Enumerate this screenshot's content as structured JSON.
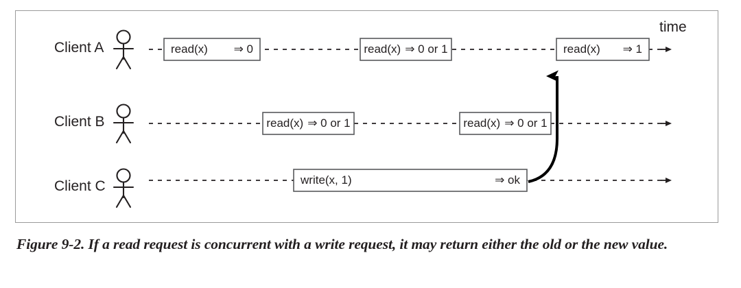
{
  "figure": {
    "caption": "Figure 9-2. If a read request is concurrent with a write request, it may return either the old or the new value.",
    "time_axis_label": "time"
  },
  "lanes": [
    {
      "id": "client-a",
      "label": "Client A",
      "operations": [
        {
          "call": "read(x)",
          "result": "⇒ 0",
          "spread": true
        },
        {
          "call": "read(x)",
          "result": "⇒ 0 or 1",
          "spread": false
        },
        {
          "call": "read(x)",
          "result": "⇒ 1",
          "spread": true
        }
      ]
    },
    {
      "id": "client-b",
      "label": "Client B",
      "operations": [
        {
          "call": "read(x)",
          "result": "⇒ 0 or 1",
          "spread": false
        },
        {
          "call": "read(x)",
          "result": "⇒ 0 or 1",
          "spread": false
        }
      ]
    },
    {
      "id": "client-c",
      "label": "Client C",
      "operations": [
        {
          "call": "write(x, 1)",
          "result": "⇒ ok",
          "spread": true
        }
      ]
    }
  ],
  "colors": {
    "ink": "#231f20",
    "box_stroke": "#58595b",
    "frame": "#9a9a9a",
    "background": "#ffffff"
  }
}
